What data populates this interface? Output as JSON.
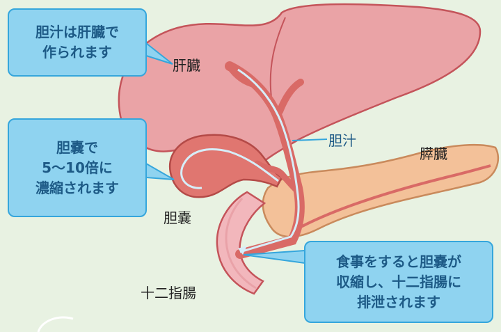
{
  "callouts": {
    "liver_note": "胆汁は肝臓で\n作られます",
    "gallbladder_note": "胆嚢で\n5〜10倍に\n濃縮されます",
    "meal_note": "食事をすると胆嚢が\n収縮し、十二指腸に\n排泄されます"
  },
  "labels": {
    "liver": "肝臓",
    "bile": "胆汁",
    "pancreas": "膵臓",
    "gallbladder": "胆嚢",
    "duodenum": "十二指腸"
  },
  "colors": {
    "background": "#e8f2e2",
    "liver": "#eaa3a6",
    "pancreas": "#f3c199",
    "duct": "#d96a66",
    "gallbladder": "#e07670",
    "duodenum": "#f2b7bc",
    "bile_flow": "#d6eef9",
    "callout_fill": "#8fd3f0",
    "callout_border": "#35a6dc",
    "callout_text": "#1d5a86"
  }
}
